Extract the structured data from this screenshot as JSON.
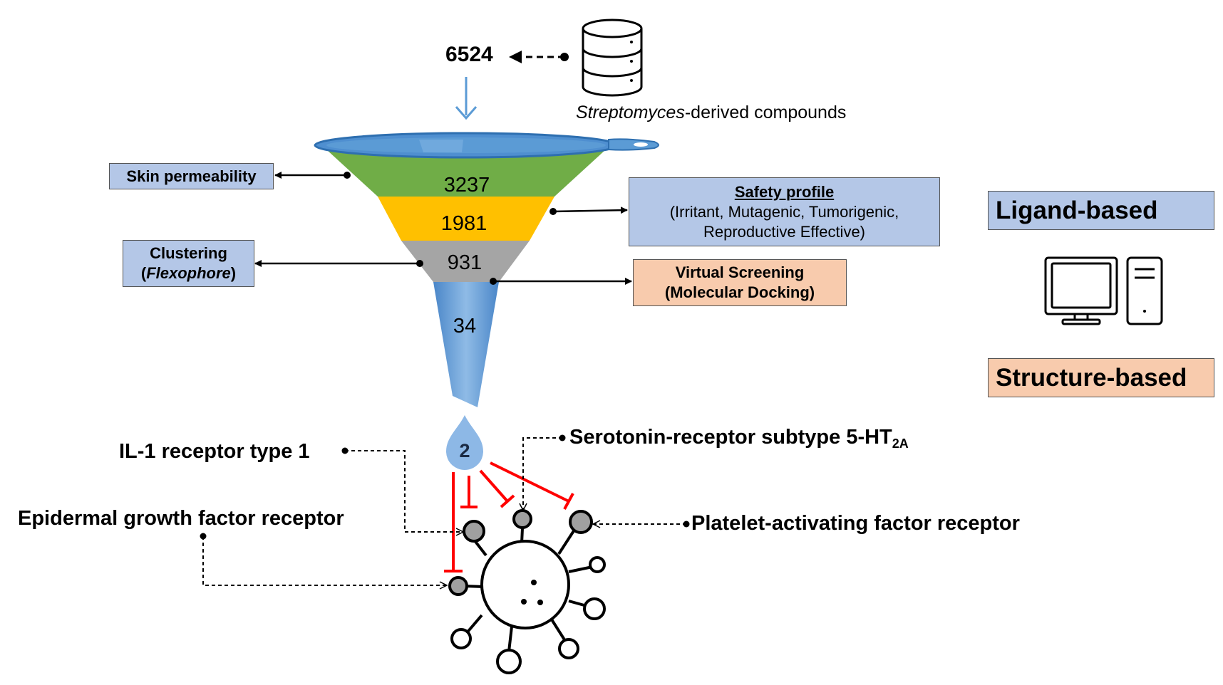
{
  "source": {
    "count": "6524",
    "label_italic": "Streptomyces",
    "label_rest": "-derived compounds"
  },
  "funnel": {
    "levels": [
      "3237",
      "1981",
      "931",
      "34"
    ],
    "result": "2"
  },
  "filters": {
    "skin": "Skin permeability",
    "safety_title": "Safety profile",
    "safety_line1": "(Irritant,  Mutagenic, Tumorigenic,",
    "safety_line2": "Reproductive Effective)",
    "clustering_line1": "Clustering",
    "clustering_open": "(",
    "clustering_italic": "Flexophore",
    "clustering_close": ")",
    "vs_line1": "Virtual Screening",
    "vs_line2": "(Molecular Docking)"
  },
  "approaches": {
    "ligand": "Ligand-based",
    "structure": "Structure-based"
  },
  "targets": {
    "il1": "IL-1 receptor type 1",
    "egfr": "Epidermal growth factor receptor",
    "serotonin": "Serotonin-receptor subtype 5-HT",
    "serotonin_sub": "2A",
    "paf": "Platelet-activating factor receptor"
  },
  "colors": {
    "funnel_blue": "#5b9bd5",
    "level_green": "#70ad47",
    "level_yellow": "#ffc000",
    "level_gray": "#a5a5a5",
    "box_blue": "#b4c7e7",
    "box_peach": "#f8cbad",
    "inhibit_red": "#ff0000"
  }
}
